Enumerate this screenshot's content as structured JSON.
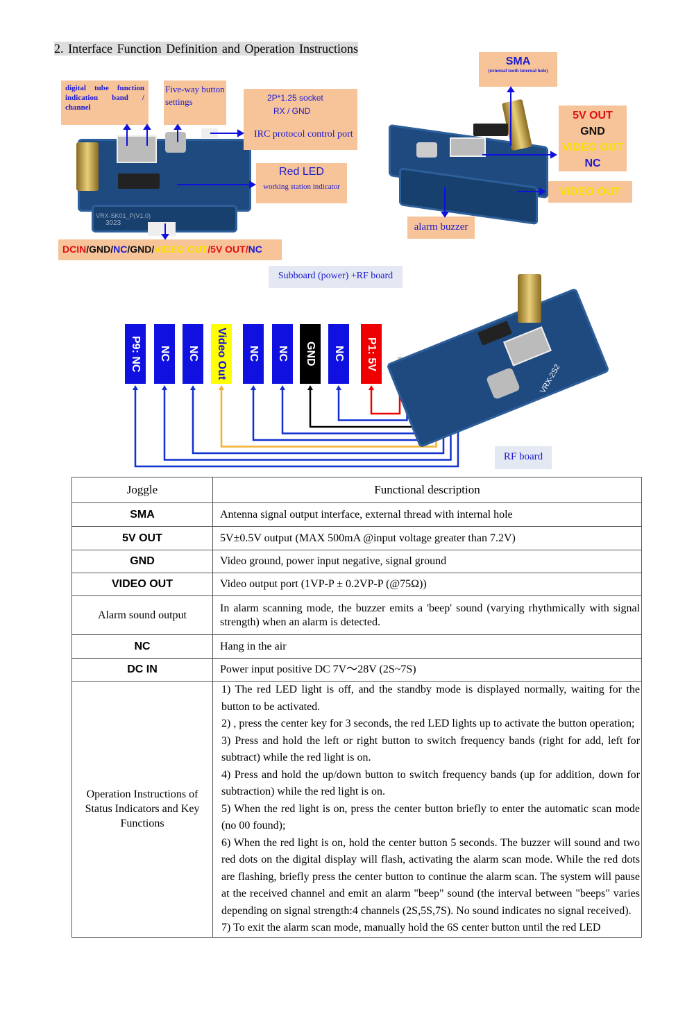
{
  "heading": "2. Interface Function Definition and Operation Instructions",
  "figure1": {
    "digital_tube": "digital tube function indication band / channel",
    "five_way": "Five-way button settings",
    "socket_line1": "2P*1.25 socket",
    "socket_line2": "RX / GND",
    "irc": "IRC protocol control port",
    "red_led": "Red LED",
    "red_led_sub": "working station indicator",
    "pins": [
      {
        "t": "DCIN",
        "c": "#e01010"
      },
      {
        "t": "/GND/",
        "c": "#111"
      },
      {
        "t": "NC",
        "c": "#1a1ad0"
      },
      {
        "t": "/GND/",
        "c": "#111"
      },
      {
        "t": "VIDEO OUT",
        "c": "#f8e000"
      },
      {
        "t": "/5V OUT/",
        "c": "#e01010"
      },
      {
        "t": "NC",
        "c": "#1a1ad0"
      }
    ],
    "board_text": "VRX-SK01_P(V1.0)",
    "board_num": "3023"
  },
  "figure2": {
    "sma": "SMA",
    "sma_sub": "(external tooth internal hole)",
    "out_5v": "5V OUT",
    "gnd": "GND",
    "video_out": "VIDEO OUT",
    "nc": "NC",
    "video_out2": "VIDEO OUT",
    "buzzer": "alarm buzzer"
  },
  "caption1": "Subboard (power) +RF board",
  "figure3": {
    "pins": [
      {
        "label": "P9: NC",
        "color": "#1010e0",
        "text": "#fff",
        "line": "#1030d0"
      },
      {
        "label": "NC",
        "color": "#1010e0",
        "text": "#fff",
        "line": "#1030d0"
      },
      {
        "label": "NC",
        "color": "#1010e0",
        "text": "#fff",
        "line": "#1030d0"
      },
      {
        "label": "Video Out",
        "color": "#ffff00",
        "text": "#1010e0",
        "line": "#f0b030"
      },
      {
        "label": "NC",
        "color": "#1010e0",
        "text": "#fff",
        "line": "#1030d0"
      },
      {
        "label": "NC",
        "color": "#1010e0",
        "text": "#fff",
        "line": "#1030d0"
      },
      {
        "label": "GND",
        "color": "#000",
        "text": "#fff",
        "line": "#000"
      },
      {
        "label": "NC",
        "color": "#1010e0",
        "text": "#fff",
        "line": "#1030d0"
      },
      {
        "label": "P1: 5V",
        "color": "#ee0000",
        "text": "#fff",
        "line": "#ee0000"
      }
    ],
    "board_text": "VRX-2S2",
    "caption": "RF board"
  },
  "table": {
    "headers": [
      "Joggle",
      "Functional description"
    ],
    "rows": [
      [
        "SMA",
        "Antenna signal output interface, external thread with internal hole"
      ],
      [
        "5V OUT",
        "5V±0.5V output (MAX 500mA @input voltage greater than 7.2V)"
      ],
      [
        "GND",
        "Video ground, power input negative, signal ground"
      ],
      [
        "VIDEO OUT",
        "Video output port (1VP-P ± 0.2VP-P (@75Ω))"
      ],
      [
        "Alarm sound output",
        "In alarm scanning mode, the buzzer emits a 'beep' sound (varying rhythmically with signal strength) when an alarm is detected."
      ],
      [
        "NC",
        "Hang in the air"
      ],
      [
        "DC IN",
        "Power input positive DC 7V～28V (2S~7S)"
      ]
    ],
    "ops_label": "Operation Instructions of Status Indicators and Key Functions",
    "ops": [
      "1) The red LED light is off, and the standby mode is displayed normally, waiting for the button to be activated.",
      "2) , press the center key for 3 seconds, the red LED lights up to activate the button operation;",
      "3) Press and hold the left or right button to switch frequency bands (right for add, left for subtract) while the red light is on.",
      "4) Press and hold the up/down button to switch frequency bands (up for addition, down for subtraction) while the red light is on.",
      "5) When the red light is on, press the center button briefly to enter the automatic scan mode (no 00 found);",
      "6) When the red light is on, hold the center button 5 seconds. The buzzer will sound and two red dots on the digital display will flash, activating the alarm scan mode. While the red dots are flashing, briefly press the center button to continue the alarm scan. The system will pause at the received channel and emit an alarm \"beep\" sound (the interval between \"beeps\" varies depending on signal strength:4 channels (2S,5S,7S). No sound indicates no signal received).",
      "7) To exit the alarm scan mode, manually hold the 6S center button until the red LED"
    ]
  }
}
